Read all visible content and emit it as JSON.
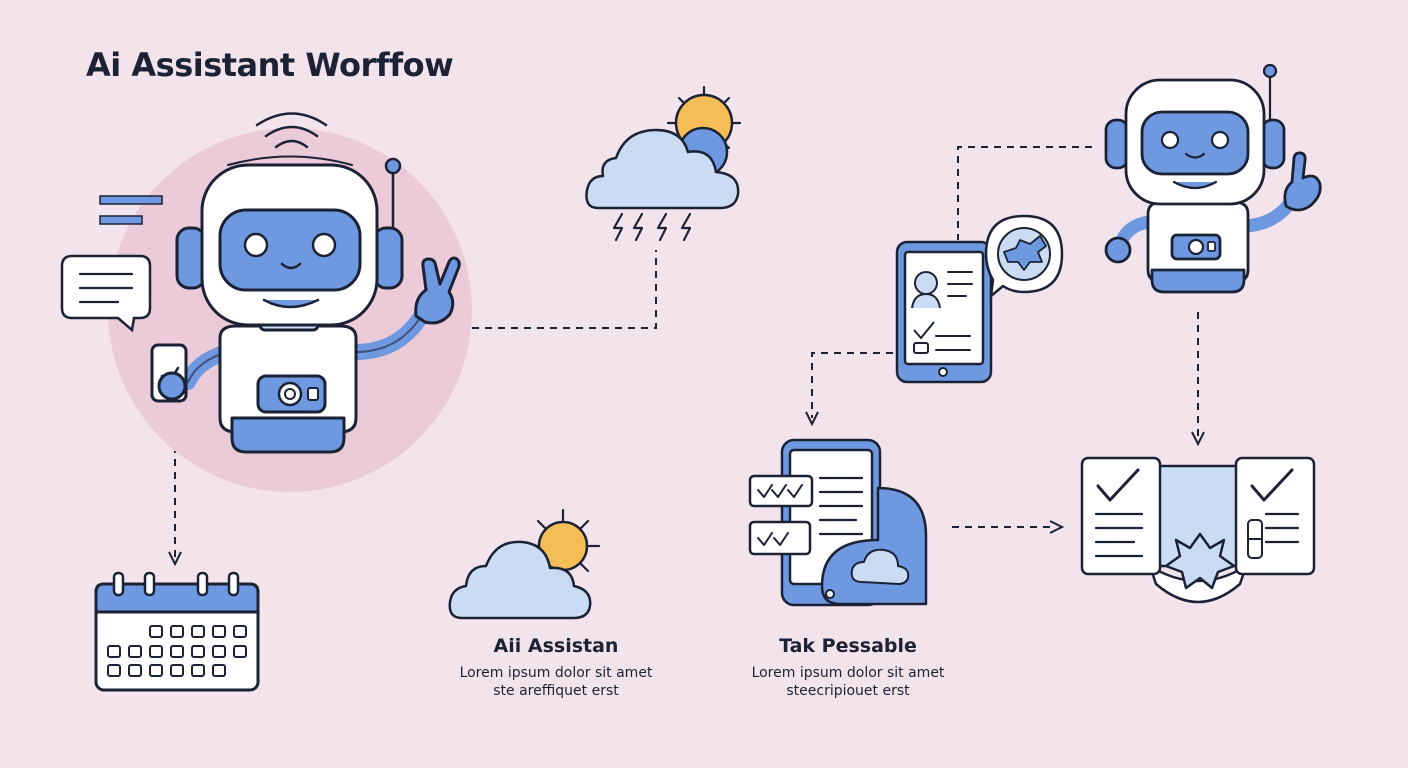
{
  "title": "Ai Assistant Worffow",
  "captions": {
    "assistant": {
      "heading": "Aii Assistan",
      "line1": "Lorem ipsum dolor sit amet",
      "line2": "ste areffiquet erst"
    },
    "task": {
      "heading": "Tak Pessable",
      "line1": "Lorem ipsum dolor sit amet",
      "line2": "steecripiouet erst"
    }
  },
  "icons": {
    "main": "robot-waving-icon",
    "top_right": "robot-pointing-icon",
    "storm": "storm-cloud-sun-icon",
    "weather": "cloud-sun-icon",
    "calendar": "calendar-icon",
    "profile": "profile-tablet-icon",
    "map": "map-bubble-icon",
    "tasks": "task-checklist-icon",
    "docs": "approved-documents-icon"
  },
  "colors": {
    "background": "#f3e4ec",
    "ink": "#1c2235",
    "blue": "#6e98df",
    "light_blue": "#c9dcf3",
    "sun": "#f5bd55",
    "halo": "#eccbd9"
  }
}
